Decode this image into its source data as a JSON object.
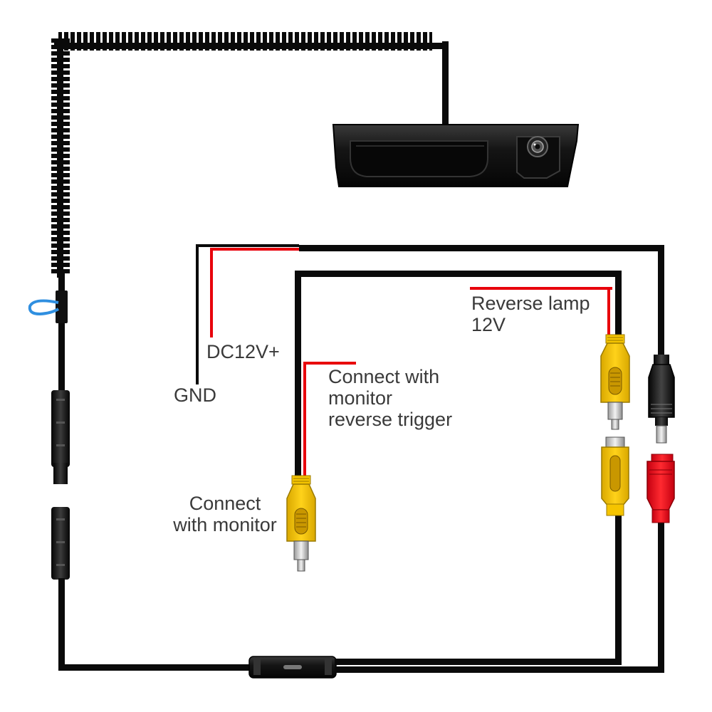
{
  "labels": {
    "reverse_lamp": [
      "Reverse lamp",
      "12V"
    ],
    "dc12v": "DC12V+",
    "gnd": "GND",
    "reverse_trigger": [
      "Connect with",
      "monitor",
      "reverse trigger"
    ],
    "connect_monitor": [
      "Connect",
      "with monitor"
    ]
  },
  "colors": {
    "wire_black": "#0a0a0a",
    "wire_red": "#e8000b",
    "rca_yellow": "#f5c400",
    "dc_red": "#e0101a",
    "camera_body": "#141414",
    "extension_clip": "#2f8fe0"
  }
}
